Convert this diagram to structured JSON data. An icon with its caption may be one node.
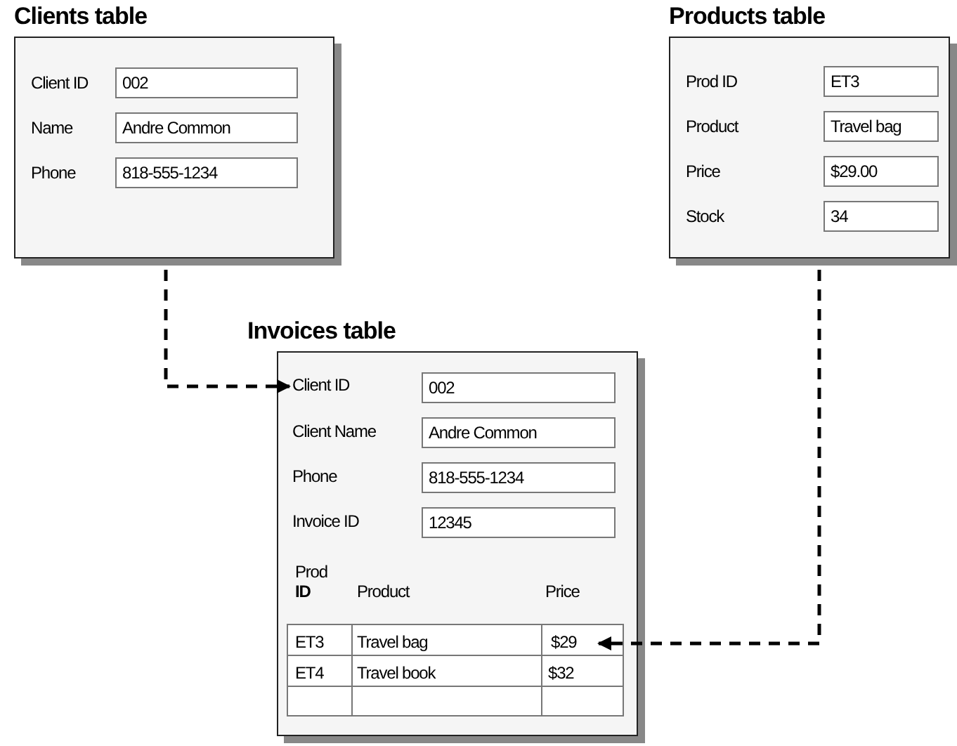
{
  "diagram": {
    "nodes": [
      {
        "text": [
          "Clients table"
        ]
      },
      {
        "text": [
          "002"
        ],
        "in": 0
      },
      {
        "text": [
          "Andre Common"
        ],
        "in": 0
      },
      {
        "text": [
          "818-555-1234"
        ],
        "in": 0
      },
      {
        "text": [
          "Products table"
        ]
      },
      {
        "text": [
          "ET3"
        ],
        "in": 4
      },
      {
        "text": [
          "Travel bag"
        ],
        "in": 4
      },
      {
        "text": [
          "$29.00"
        ],
        "in": 4
      },
      {
        "text": [
          "34"
        ],
        "in": 4
      },
      {
        "text": [
          "Invoices table"
        ]
      },
      {
        "text": [
          "Client ID"
        ],
        "in": 9
      },
      {
        "text": [
          "002"
        ],
        "in": 9
      },
      {
        "text": [
          "Andre Common"
        ],
        "in": 9
      },
      {
        "text": [
          "818-555-1234"
        ],
        "in": 9
      },
      {
        "text": [
          "12345"
        ],
        "in": 9
      },
      {
        "text": [
          "$29"
        ],
        "in": 9
      }
    ],
    "edges": [
      {
        "from": 0,
        "to": 10,
        "arrow": "to",
        "style": "dashed"
      },
      {
        "from": 4,
        "to": 15,
        "arrow": "to",
        "style": "dashed"
      }
    ],
    "labels": [
      "Client ID",
      "Name",
      "Phone",
      "Prod ID",
      "Product",
      "Price",
      "Stock",
      "Client Name",
      "Phone",
      "Invoice ID",
      "Prod **ID**",
      "Product",
      "Price",
      "ET3",
      "Travel bag",
      "ET4",
      "Travel book",
      "$32"
    ]
  }
}
